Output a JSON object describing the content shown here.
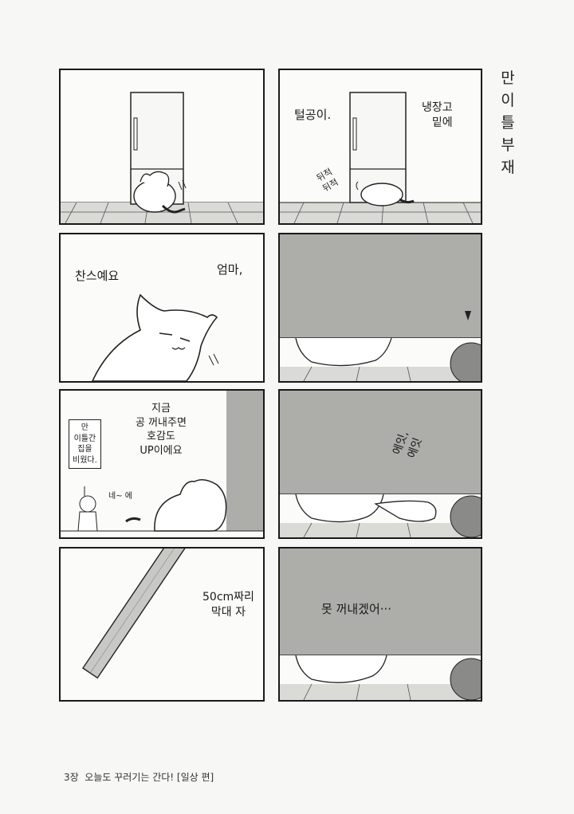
{
  "title_vertical": [
    "만",
    "이틀",
    "부재"
  ],
  "panels": {
    "p2": {
      "name_label": "털공이.",
      "fridge_line": "냉장고\n밑에",
      "sfx": "뒤적\n뒤적"
    },
    "p3": {
      "line1": "엄마,",
      "line2": "찬스예요"
    },
    "p5": {
      "speech": "지금\n공 꺼내주면\n호감도\nUP이에요",
      "sign": "만\n이틀간\n집을\n비웠다.",
      "reply": "네~ 에"
    },
    "p6": {
      "speech": "에잇,\n에잇"
    },
    "p7": {
      "caption": "50cm짜리\n막대 자"
    },
    "p8": {
      "speech": "못 꺼내겠어···"
    }
  },
  "footer": "3장  오늘도 꾸러기는 간다! [일상 편]"
}
